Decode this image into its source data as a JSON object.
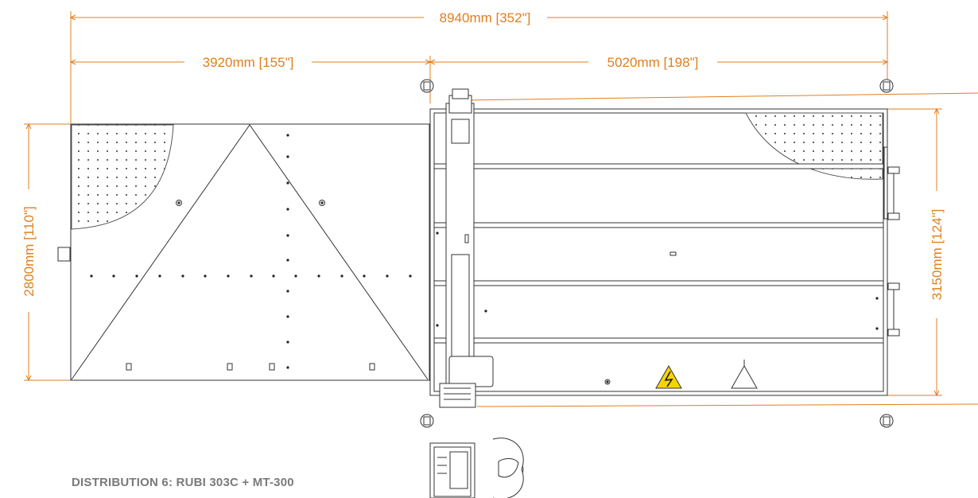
{
  "dimensions": {
    "total_length": "8940mm [352\"]",
    "left_section_length": "3920mm [155\"]",
    "right_section_length": "5020mm [198\"]",
    "left_height": "2800mm [110\"]",
    "right_height": "3150mm [124\"]"
  },
  "caption": "DISTRIBUTION 6: RUBI 303C + MT-300",
  "colors": {
    "dimension": "#e07f1e",
    "outline": "#333333",
    "warning_fill": "#f5d400",
    "caption": "#7a7a7a"
  },
  "symbols": {
    "warning": "electrical-hazard-icon",
    "arrow": "direction-triangle-icon"
  }
}
